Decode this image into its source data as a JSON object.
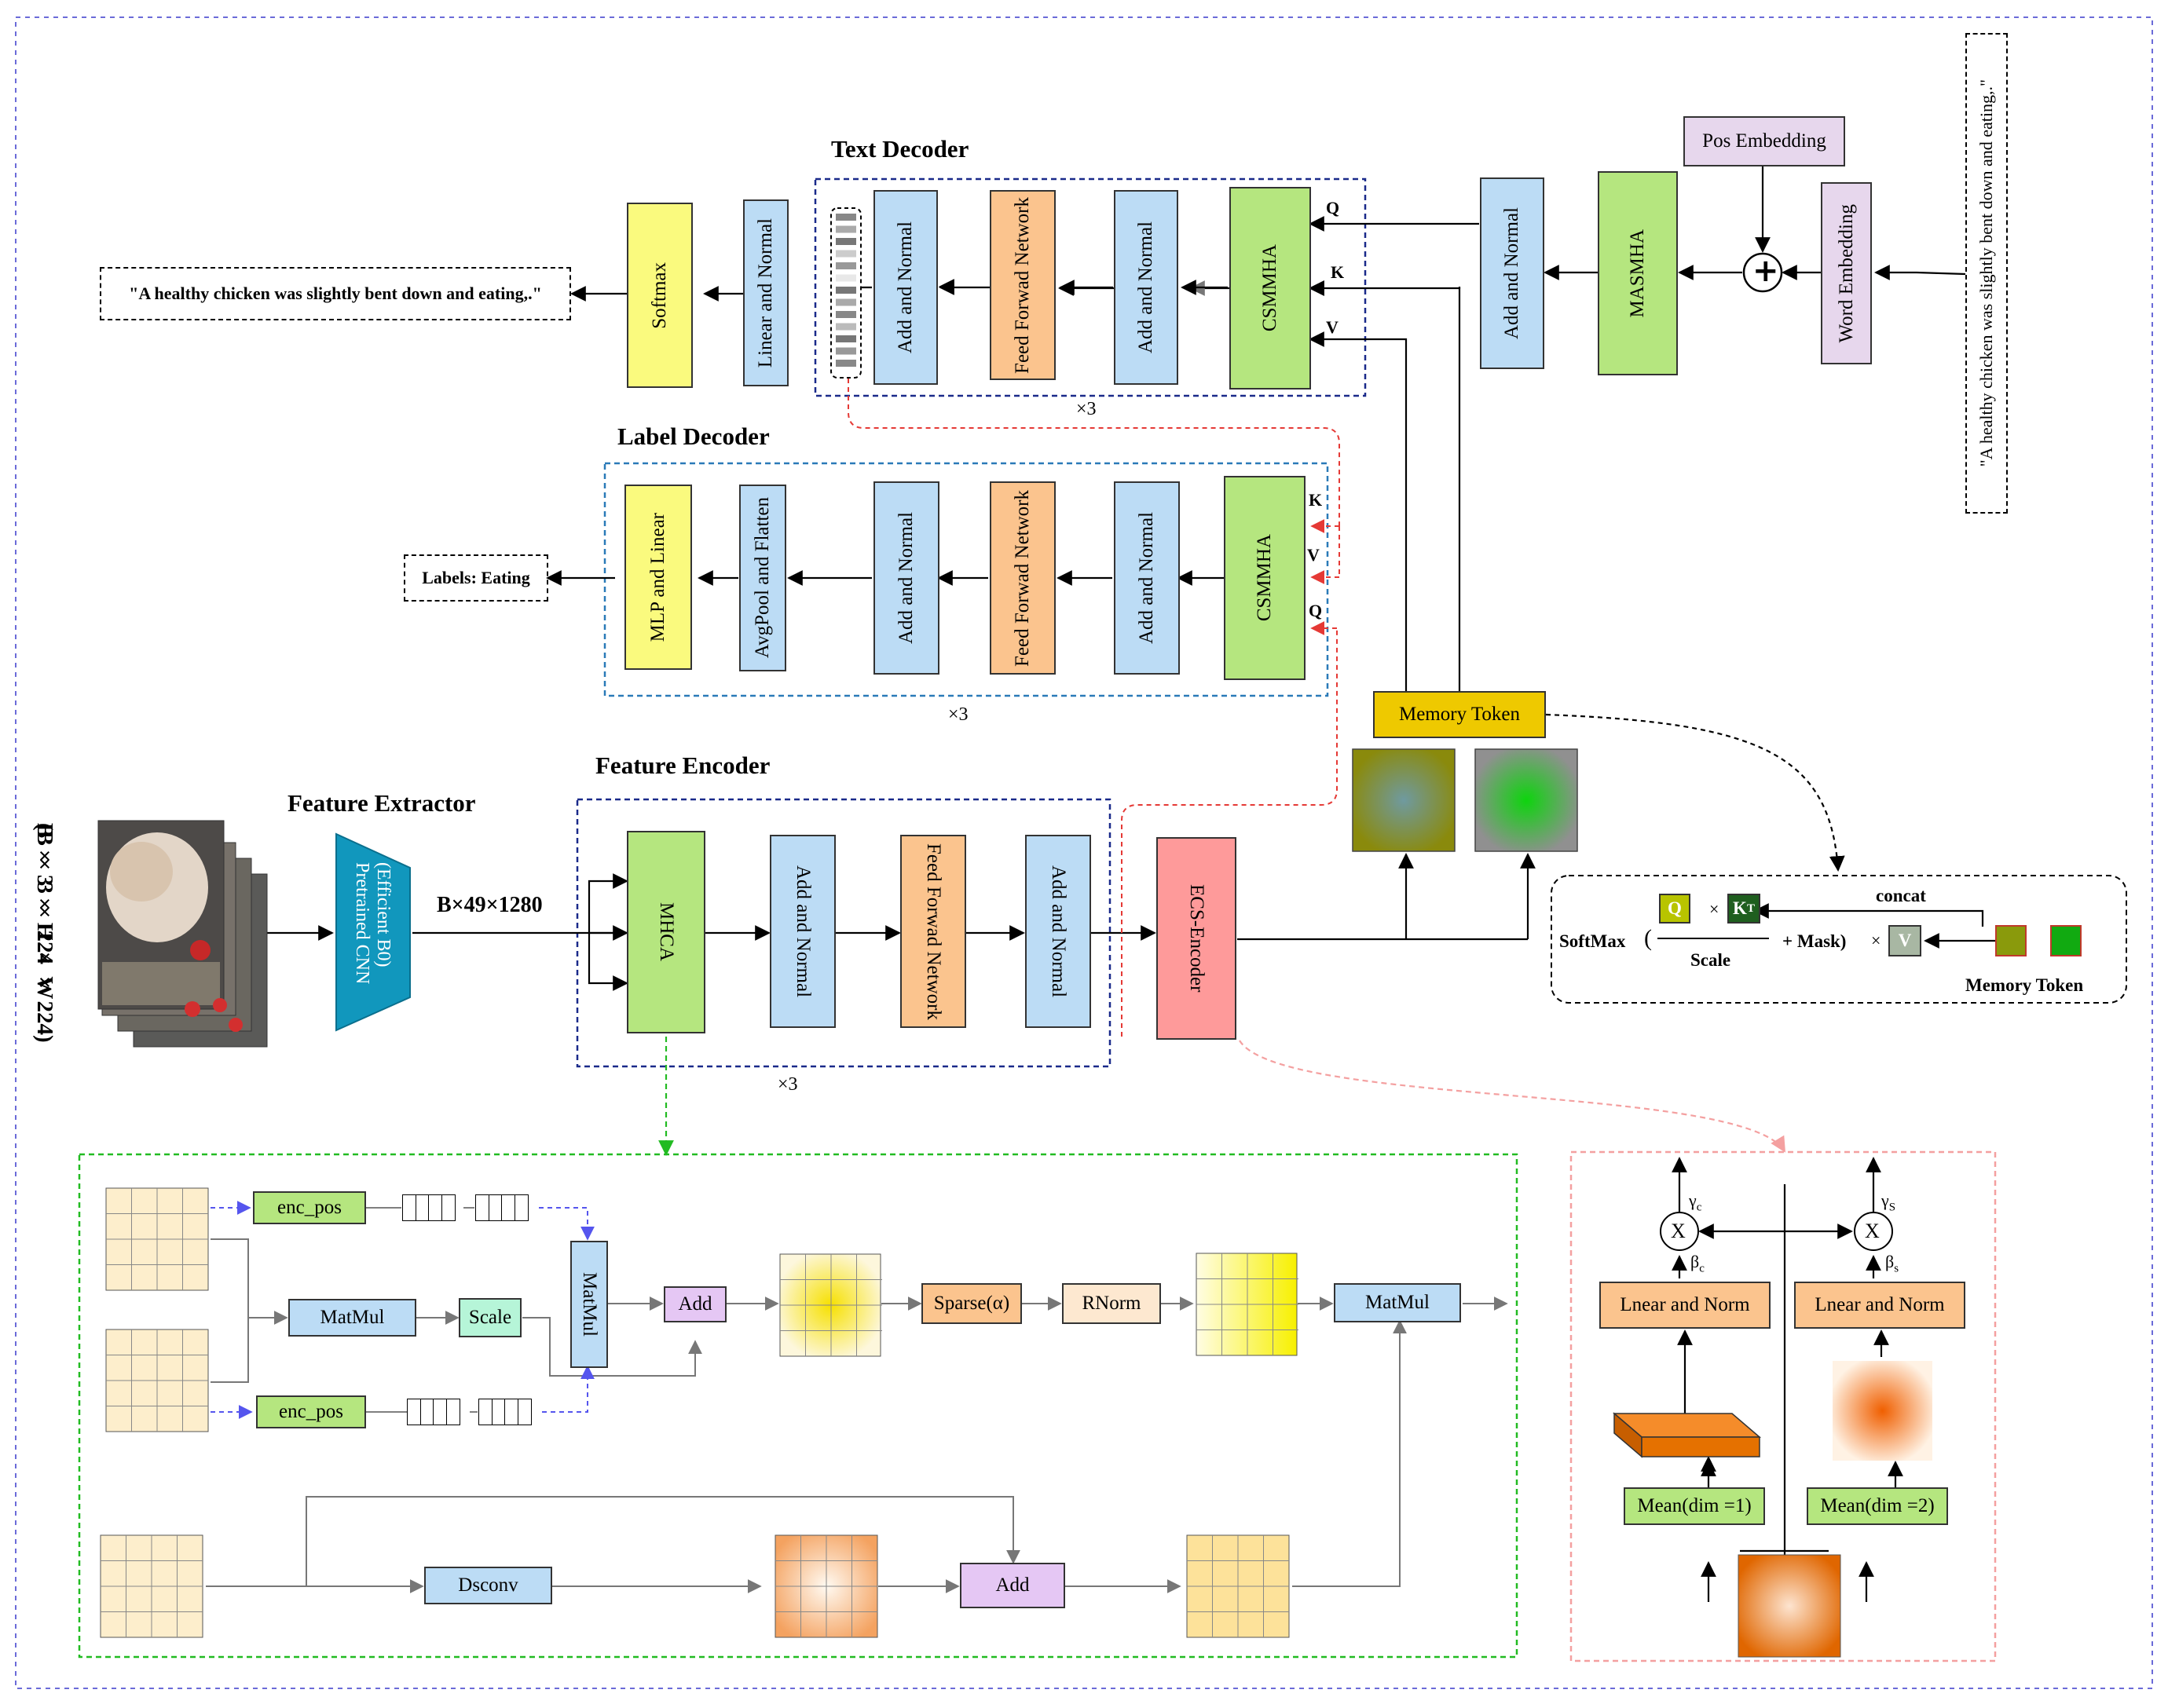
{
  "sections": {
    "text_decoder": "Text Decoder",
    "label_decoder": "Label Decoder",
    "feature_encoder": "Feature Encoder",
    "feature_extractor": "Feature Extractor"
  },
  "input": {
    "caption": "\"A healthy chicken was slightly bent down and eating,.\"",
    "dims_line1": "B × 3 × H × W",
    "dims_line2": "(B × 3 × 224 × 224)"
  },
  "outputs": {
    "caption": "\"A healthy chicken was slightly bent down and eating,.\"",
    "labels": "Labels: Eating"
  },
  "text_decoder": {
    "softmax": "Softmax",
    "linear_norm": "Linear and Normal",
    "add_norm_1": "Add and Normal",
    "ffn": "Feed Forwad Network",
    "add_norm_2": "Add and Normal",
    "csmmha": "CSMMHA",
    "repeat": "×3",
    "q": "Q",
    "k": "K",
    "v": "V"
  },
  "embedding": {
    "add_norm": "Add and Normal",
    "masmha": "MASMHA",
    "pos": "Pos Embedding",
    "word": "Word Embedding",
    "plus": "+"
  },
  "label_decoder": {
    "mlp": "MLP and Linear",
    "avgpool": "AvgPool and Flatten",
    "add_norm_1": "Add and Normal",
    "ffn": "Feed Forwad Network",
    "add_norm_2": "Add and Normal",
    "csmmha": "CSMMHA",
    "repeat": "×3",
    "k": "K",
    "v": "V",
    "q": "Q"
  },
  "feature_extractor": {
    "cnn_line1": "Pretrained CNN",
    "cnn_line2": "(Efficient B0)",
    "shape": "B×49×1280"
  },
  "feature_encoder": {
    "mhca": "MHCA",
    "add_norm_1": "Add and Normal",
    "ffn": "Feed Forwad Network",
    "add_norm_2": "Add and Normal",
    "repeat": "×3",
    "ecs": "ECS-Encoder"
  },
  "memory": {
    "token": "Memory Token",
    "formula_softmax": "SoftMax",
    "open_paren": "(",
    "q": "Q",
    "times": "×",
    "k": "K",
    "t": "T",
    "scale": "Scale",
    "plus_mask": "+ Mask)",
    "times2": "×",
    "v": "V",
    "concat": "concat",
    "token_label": "Memory Token"
  },
  "mhca_detail": {
    "enc_pos_1": "enc_pos",
    "enc_pos_2": "enc_pos",
    "matmul_1": "MatMul",
    "scale": "Scale",
    "matmul_2": "MatMul",
    "add_1": "Add",
    "sparse": "Sparse(α)",
    "rnorm": "RNorm",
    "matmul_3": "MatMul",
    "dsconv": "Dsconv",
    "add_2": "Add"
  },
  "ecs_detail": {
    "gamma_c": "γ",
    "gamma_c_sub": "c",
    "gamma_s": "γ",
    "gamma_s_sub": "S",
    "beta_c": "β",
    "beta_c_sub": "c",
    "beta_s": "β",
    "beta_s_sub": "s",
    "x1": "X",
    "x2": "X",
    "linear_norm_1": "Lnear and Norm",
    "linear_norm_2": "Lnear and Norm",
    "mean_1": "Mean(dim =1)",
    "mean_2": "Mean(dim =2)"
  },
  "colors": {
    "blue": "#bcdcf5",
    "green": "#b5e67f",
    "orange": "#fbc48e",
    "yellow": "#fafa7e",
    "pink": "#fe9a9a",
    "lavender": "#e7d7ed",
    "memory_token": "#eec900",
    "cnn": "#1197bd"
  }
}
